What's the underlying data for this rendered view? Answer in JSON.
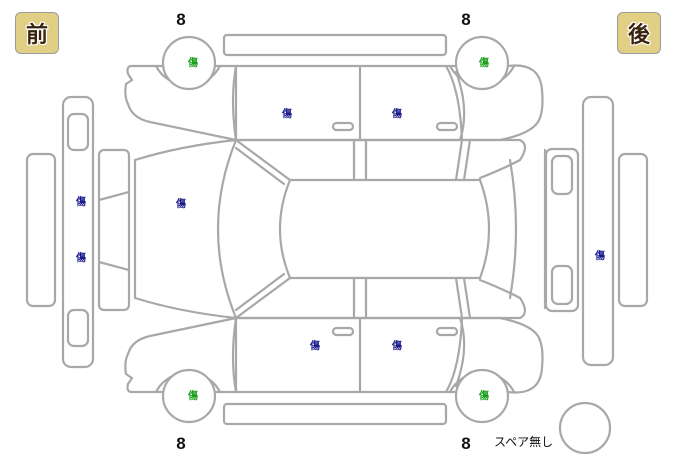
{
  "badges": {
    "front": "前",
    "rear": "後"
  },
  "colors": {
    "badge_fill": "#e2cf86",
    "badge_text": "#3a230e",
    "outline": "#a8a8a8",
    "body_damage_mark": "#1a1a8c",
    "tire_mark": "#1aa01a"
  },
  "tires": {
    "front_top": {
      "tread": "8",
      "mark": "傷"
    },
    "rear_top": {
      "tread": "8",
      "mark": "傷"
    },
    "front_bottom": {
      "tread": "8",
      "mark": "傷"
    },
    "rear_bottom": {
      "tread": "8",
      "mark": "傷"
    }
  },
  "damage_marks": {
    "front_bumper_upper": "傷",
    "front_bumper_lower": "傷",
    "hood": "傷",
    "front_door_top": "傷",
    "rear_door_top": "傷",
    "front_door_bottom": "傷",
    "rear_door_bottom": "傷",
    "rear_bumper": "傷"
  },
  "spare": {
    "label": "スペア無し"
  }
}
